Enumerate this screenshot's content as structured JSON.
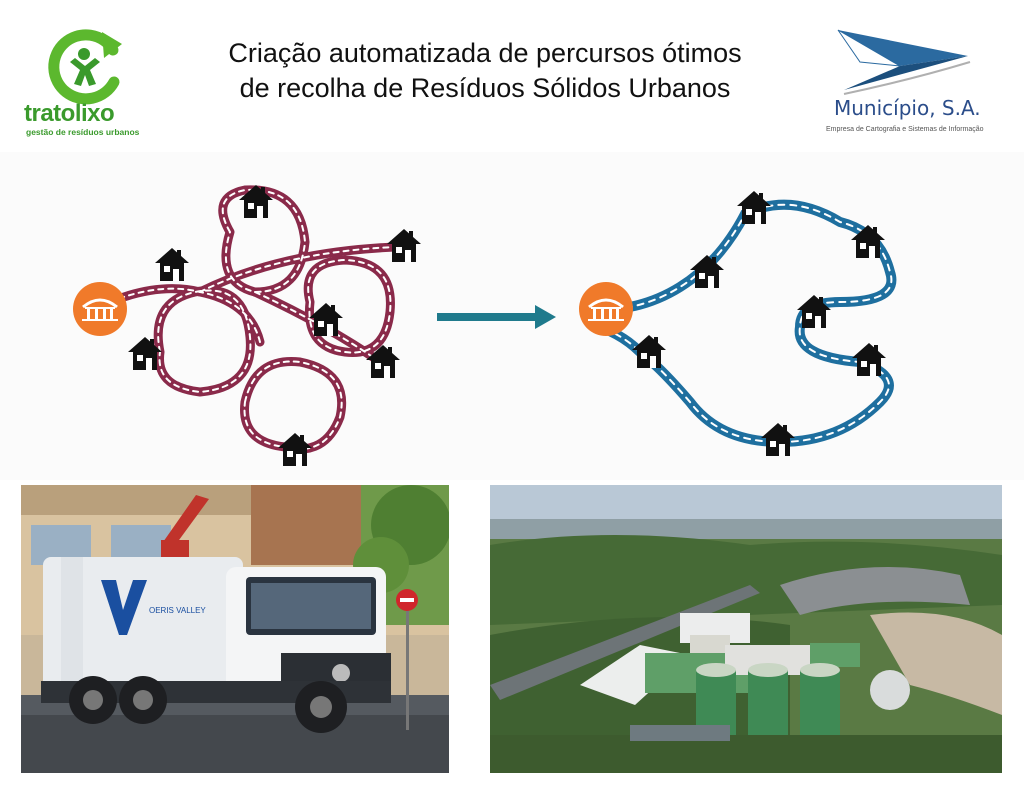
{
  "title": {
    "line1": "Criação automatizada de percursos ótimos",
    "line2": "de recolha de Resíduos Sólidos Urbanos"
  },
  "logos": {
    "left": {
      "brand_part1": "trato",
      "brand_part2": "lixo",
      "tagline": "gestão de resíduos urbanos",
      "color": "#3a9a2c"
    },
    "right": {
      "name": "Município, S.A.",
      "tagline": "Empresa de Cartografia e Sistemas de Informação",
      "color": "#2b4d8a"
    }
  },
  "illustration": {
    "before_route_color": "#8a2a4a",
    "after_route_color": "#1e6f9f",
    "depot_color": "#f07a2a",
    "arrow_color": "#1f7a8c",
    "house_icon": "house-icon",
    "depot_icon": "depot-icon"
  },
  "photos": {
    "truck_text": "OERIS VALLEY",
    "truck_brand_color": "#1a4fa0"
  }
}
